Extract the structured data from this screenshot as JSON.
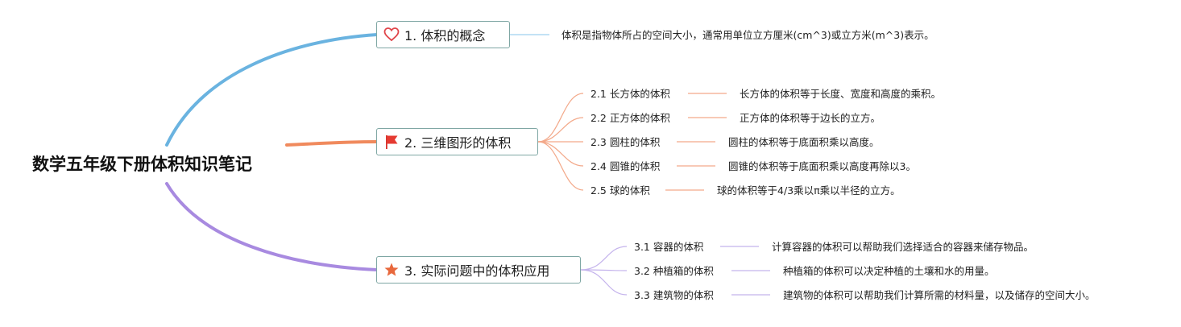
{
  "central": {
    "title": "数学五年级下册体积知识笔记"
  },
  "colors": {
    "branch1": "#6ab3e0",
    "branch2": "#f08a5d",
    "branch3": "#a88ae0"
  },
  "branches": [
    {
      "title": "1. 体积的概念",
      "icon": "heart-icon",
      "description": "体积是指物体所占的空间大小，通常用单位立方厘米(cm^3)或立方米(m^3)表示。"
    },
    {
      "title": "2. 三维图形的体积",
      "icon": "flag-icon",
      "children": [
        {
          "label": "2.1 长方体的体积",
          "detail": "长方体的体积等于长度、宽度和高度的乘积。"
        },
        {
          "label": "2.2 正方体的体积",
          "detail": "正方体的体积等于边长的立方。"
        },
        {
          "label": "2.3 圆柱的体积",
          "detail": "圆柱的体积等于底面积乘以高度。"
        },
        {
          "label": "2.4 圆锥的体积",
          "detail": "圆锥的体积等于底面积乘以高度再除以3。"
        },
        {
          "label": "2.5 球的体积",
          "detail": "球的体积等于4/3乘以π乘以半径的立方。"
        }
      ]
    },
    {
      "title": "3. 实际问题中的体积应用",
      "icon": "star-icon",
      "children": [
        {
          "label": "3.1 容器的体积",
          "detail": "计算容器的体积可以帮助我们选择适合的容器来储存物品。"
        },
        {
          "label": "3.2 种植箱的体积",
          "detail": "种植箱的体积可以决定种植的土壤和水的用量。"
        },
        {
          "label": "3.3 建筑物的体积",
          "detail": "建筑物的体积可以帮助我们计算所需的材料量，以及储存的空间大小。"
        }
      ]
    }
  ]
}
